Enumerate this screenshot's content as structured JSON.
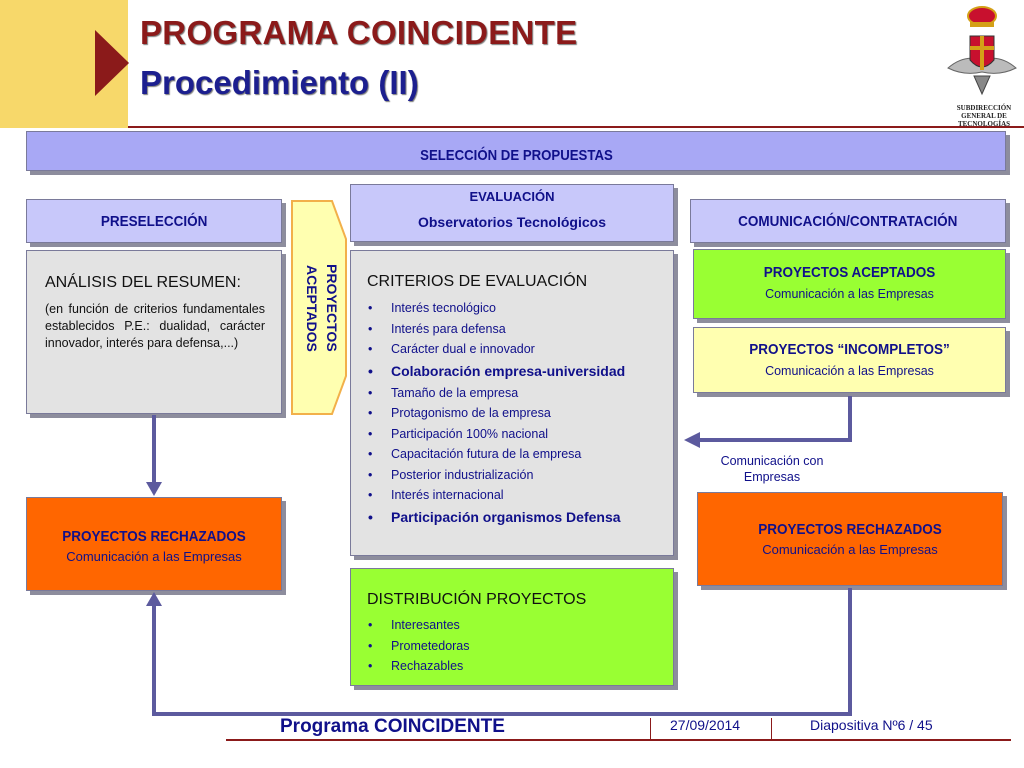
{
  "header": {
    "title_line1": "PROGRAMA COINCIDENTE",
    "title_line2": "Procedimiento (II)",
    "org_label": "SUBDIRECCIÓN GENERAL DE TECNOLOGÍAS"
  },
  "seleccion": {
    "label": "SELECCIÓN DE PROPUESTAS"
  },
  "preseleccion": {
    "label": "PRESELECCIÓN"
  },
  "evaluacion": {
    "title": "EVALUACIÓN",
    "subtitle": "Observatorios Tecnológicos"
  },
  "comunicacion": {
    "label": "COMUNICACIÓN/CONTRATACIÓN"
  },
  "aceptados_tab": {
    "label": "PROYECTOS ACEPTADOS"
  },
  "analisis": {
    "heading": "ANÁLISIS DEL RESUMEN:",
    "body": "(en función de criterios fundamentales establecidos P.E.: dualidad, carácter innovador, interés para defensa,...)"
  },
  "criterios": {
    "heading": "CRITERIOS DE EVALUACIÓN",
    "items": [
      "Interés tecnológico",
      "Interés para defensa",
      "Carácter dual e innovador",
      "Colaboración empresa-universidad",
      "Tamaño de la empresa",
      "Protagonismo de la empresa",
      "Participación 100% nacional",
      "Capacitación futura de la empresa",
      "Posterior industrialización",
      "Interés internacional",
      "Participación organismos Defensa"
    ]
  },
  "distribucion": {
    "heading": "DISTRIBUCIÓN PROYECTOS",
    "items": [
      "Interesantes",
      "Prometedoras",
      "Rechazables"
    ]
  },
  "proyectos_aceptados": {
    "title": "PROYECTOS ACEPTADOS",
    "subtitle": "Comunicación a las Empresas"
  },
  "proyectos_incompletos": {
    "title": "PROYECTOS “INCOMPLETOS”",
    "subtitle": "Comunicación a las Empresas"
  },
  "rechazados_left": {
    "title": "PROYECTOS RECHAZADOS",
    "subtitle": "Comunicación a las Empresas"
  },
  "rechazados_right": {
    "title": "PROYECTOS RECHAZADOS",
    "subtitle": "Comunicación a las Empresas"
  },
  "comunicacion_con_empresas": "Comunicación con Empresas",
  "footer": {
    "program": "Programa COINCIDENTE",
    "date": "27/09/2014",
    "slide": "Diapositiva Nº6 / 45"
  },
  "colors": {
    "title_red": "#8b1a1a",
    "title_blue": "#1c1f8f",
    "header_blue": "#ababf5",
    "green": "#99ff33",
    "orange": "#ff6600",
    "light_yellow": "#ffffb0",
    "connector": "#5c5a9e"
  }
}
